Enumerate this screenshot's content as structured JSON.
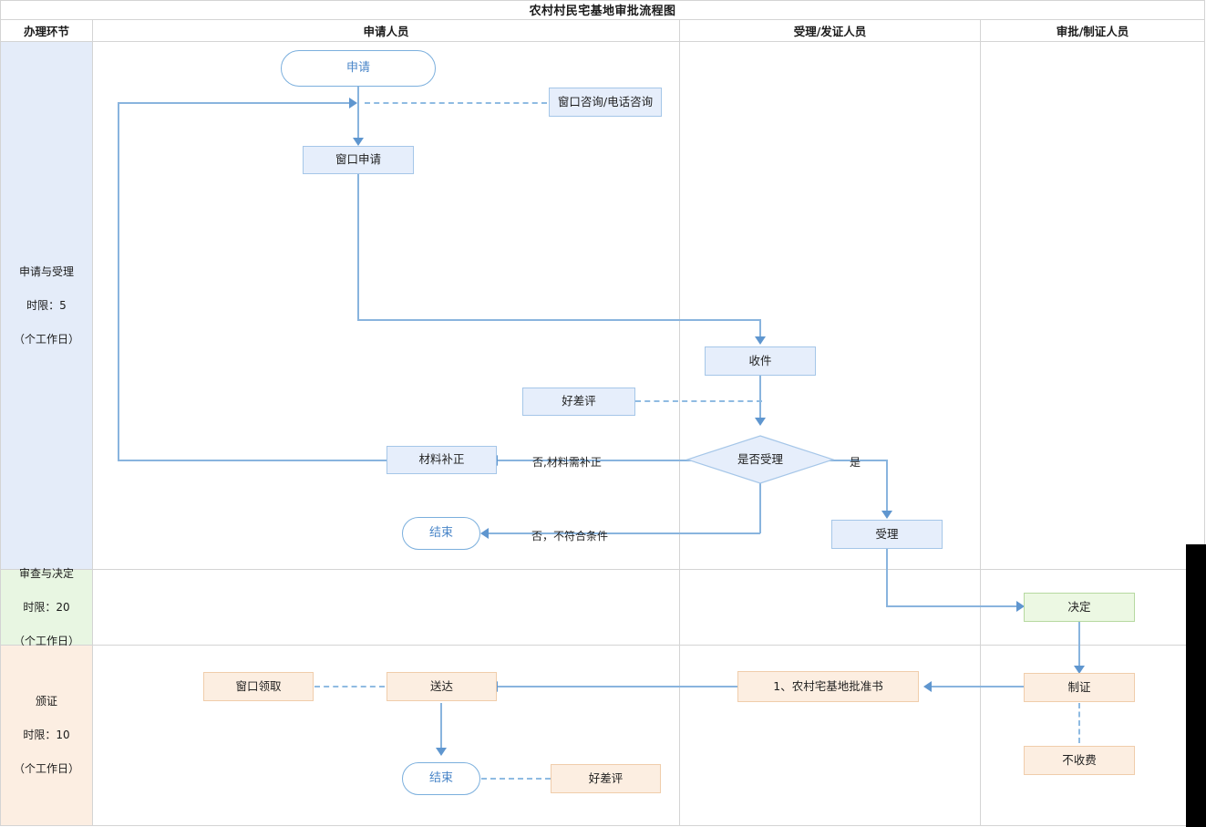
{
  "document": {
    "title": "农村村民宅基地审批流程图"
  },
  "columns": [
    {
      "key": "phase",
      "label": "办理环节"
    },
    {
      "key": "applicant",
      "label": "申请人员"
    },
    {
      "key": "intake",
      "label": "受理/发证人员"
    },
    {
      "key": "approval",
      "label": "审批/制证人员"
    }
  ],
  "phases": [
    {
      "name": "申请与受理",
      "limit_label": "时限：5",
      "unit": "（个工作日）",
      "color": "#e4ecf9"
    },
    {
      "name": "审查与决定",
      "limit_label": "时限：20",
      "unit": "（个工作日）",
      "color": "#e8f6e2"
    },
    {
      "name": "颁证",
      "limit_label": "时限：10",
      "unit": "（个工作日）",
      "color": "#fceee2"
    }
  ],
  "nodes": {
    "start_apply": "申请",
    "consult": "窗口咨询/电话咨询",
    "window_apply": "窗口申请",
    "receive": "收件",
    "review_rating1": "好差评",
    "decide_accept": "是否受理",
    "material_fix": "材料补正",
    "end_reject": "结束",
    "accept": "受理",
    "decision": "决定",
    "make_cert": "制证",
    "no_fee": "不收费",
    "cert_doc": "1、农村宅基地批准书",
    "deliver": "送达",
    "window_pickup": "窗口领取",
    "end_done": "结束",
    "review_rating2": "好差评"
  },
  "edge_labels": {
    "no_fix": "否,材料需补正",
    "yes": "是",
    "no_not_meet": "否，不符合条件"
  },
  "colors": {
    "node_blue_fill": "#e6eefb",
    "node_blue_border": "#a5c6e8",
    "node_green_fill": "#ecf8e3",
    "node_peach_fill": "#fceee1",
    "connector": "#89b4de",
    "arrow": "#5f96cf",
    "terminal_text": "#4a86c8",
    "grid": "#d4d4d4"
  }
}
